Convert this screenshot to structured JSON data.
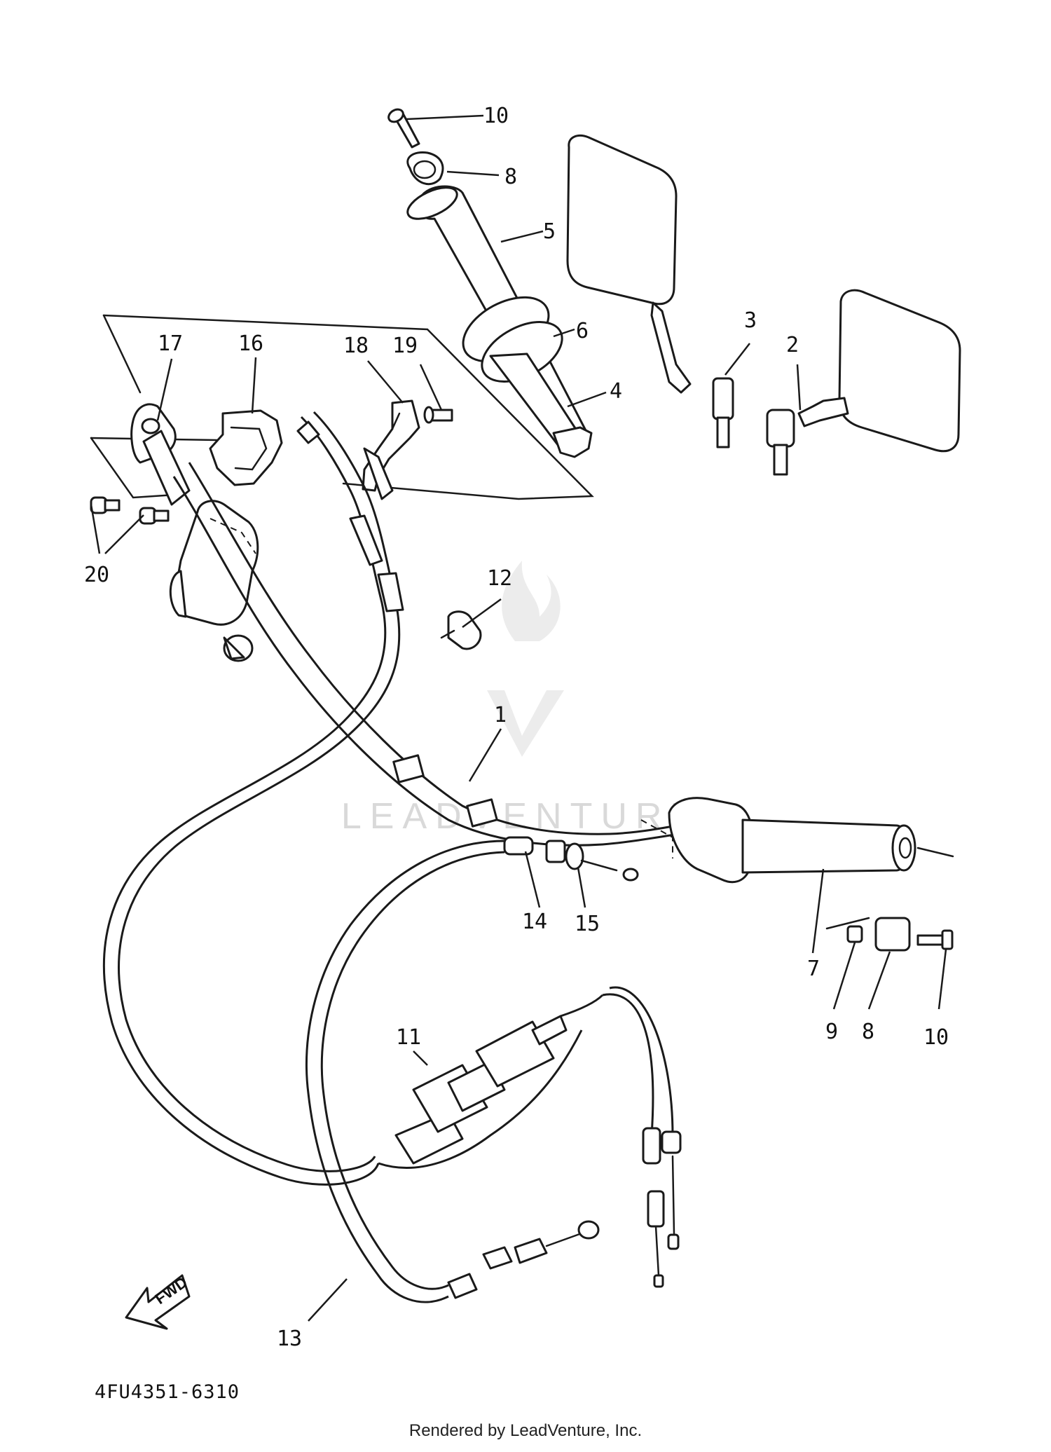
{
  "diagram": {
    "part_code": "4FU4351-6310",
    "watermark": "LEADVENTURE",
    "direction_tag": "FWD",
    "footer": "Rendered by LeadVenture, Inc.",
    "callouts": [
      {
        "id": "c10a",
        "label": "10"
      },
      {
        "id": "c8a",
        "label": "8"
      },
      {
        "id": "c5",
        "label": "5"
      },
      {
        "id": "c6",
        "label": "6"
      },
      {
        "id": "c4",
        "label": "4"
      },
      {
        "id": "c3",
        "label": "3"
      },
      {
        "id": "c2",
        "label": "2"
      },
      {
        "id": "c17",
        "label": "17"
      },
      {
        "id": "c16",
        "label": "16"
      },
      {
        "id": "c18",
        "label": "18"
      },
      {
        "id": "c19",
        "label": "19"
      },
      {
        "id": "c20",
        "label": "20"
      },
      {
        "id": "c12",
        "label": "12"
      },
      {
        "id": "c1",
        "label": "1"
      },
      {
        "id": "c14",
        "label": "14"
      },
      {
        "id": "c15",
        "label": "15"
      },
      {
        "id": "c7",
        "label": "7"
      },
      {
        "id": "c9",
        "label": "9"
      },
      {
        "id": "c8b",
        "label": "8"
      },
      {
        "id": "c10b",
        "label": "10"
      },
      {
        "id": "c11",
        "label": "11"
      },
      {
        "id": "c13",
        "label": "13"
      }
    ]
  }
}
